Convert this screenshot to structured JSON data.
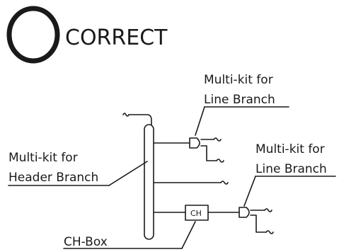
{
  "heading": {
    "mark_icon": "circle-correct-mark",
    "text": "CORRECT"
  },
  "labels": {
    "line_branch_top": {
      "line1": "Multi-kit for",
      "line2": "Line Branch"
    },
    "header_branch": {
      "line1": "Multi-kit for",
      "line2": "Header Branch"
    },
    "line_branch_right": {
      "line1": "Multi-kit for",
      "line2": "Line Branch"
    },
    "ch_box": {
      "text": "CH-Box"
    }
  },
  "components": {
    "ch_box_label": "CH"
  },
  "colors": {
    "ink": "#1a1a1a",
    "background": "#ffffff"
  }
}
